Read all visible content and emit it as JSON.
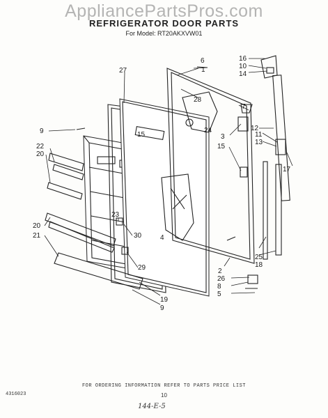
{
  "watermark": "AppliancePartsPros.com",
  "header": {
    "title": "REFRIGERATOR DOOR PARTS",
    "model": "For Model: RT20AKXVW01"
  },
  "callouts": [
    "1",
    "2",
    "3",
    "4",
    "5",
    "6",
    "7",
    "8",
    "9",
    "9",
    "10",
    "10",
    "11",
    "12",
    "13",
    "14",
    "15",
    "15",
    "16",
    "17",
    "18",
    "19",
    "20",
    "20",
    "21",
    "22",
    "23",
    "24",
    "25",
    "26",
    "27",
    "28",
    "29",
    "30"
  ],
  "footer": {
    "ordering_info": "FOR ORDERING INFORMATION REFER TO PARTS PRICE LIST",
    "doc_number": "4316023",
    "page_number": "10",
    "handwritten_note": "144-E-5"
  }
}
